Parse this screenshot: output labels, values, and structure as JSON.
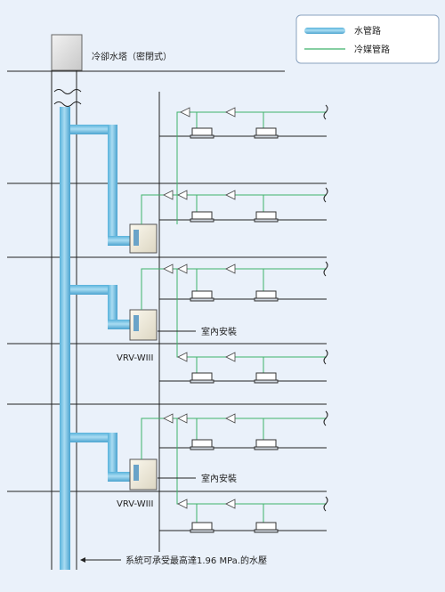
{
  "legend": {
    "water_label": "水管路",
    "refrigerant_label": "冷媒管路",
    "water_color": "#7ec8e6",
    "refrigerant_color": "#3fb26b"
  },
  "labels": {
    "cooling_tower": "冷卻水塔（密閉式）",
    "indoor_install_1": "室內安裝",
    "indoor_install_2": "室內安裝",
    "vrv_1": "VRV-WIII",
    "vrv_2": "VRV-WIII",
    "pressure_note": "系統可承受最高達1.96 MPa.的水壓"
  },
  "colors": {
    "background": "#eaf1fa",
    "line": "#222222",
    "water": "#7ec8e6",
    "water_dark": "#4aa3cf",
    "refrigerant": "#3fb26b"
  }
}
